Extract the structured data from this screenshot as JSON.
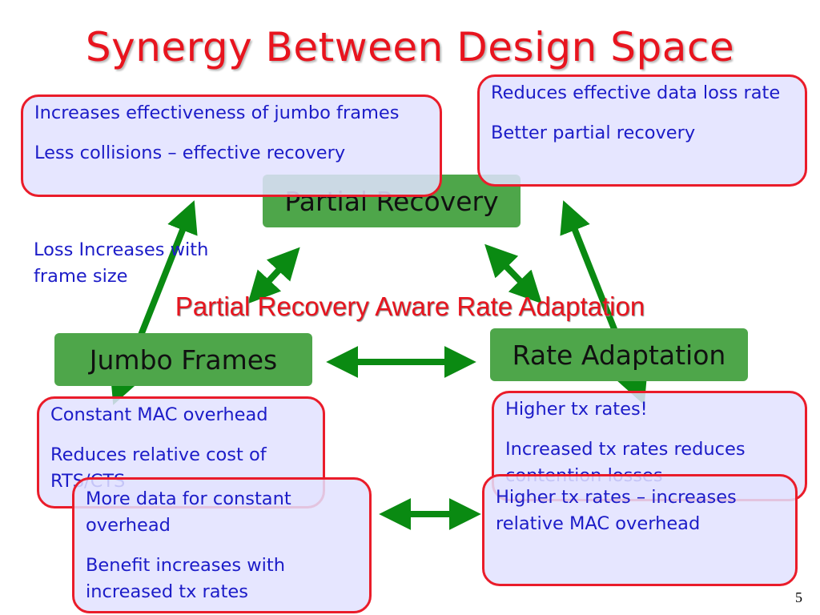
{
  "title": "Synergy Between Design Space",
  "center_label": "Partial Recovery Aware Rate Adaptation",
  "nodes": {
    "partial_recovery": "Partial Recovery",
    "jumbo_frames": "Jumbo Frames",
    "rate_adaptation": "Rate Adaptation"
  },
  "boxes": {
    "jumbo_effectiveness": [
      "Increases effectiveness of jumbo frames",
      "Less collisions – effective recovery"
    ],
    "data_loss": [
      "Reduces effective data loss rate",
      "Better partial recovery"
    ],
    "mac_overhead": [
      "Constant MAC overhead",
      "Reduces relative cost of RTS/CTS"
    ],
    "higher_rates": [
      "Higher tx rates!",
      "Increased tx rates reduces contention losses"
    ],
    "more_data": [
      "More data for constant overhead",
      "Benefit increases with increased tx rates"
    ],
    "relative_overhead": [
      "Higher tx rates – increases relative MAC overhead"
    ]
  },
  "loss_note": "Loss Increases with frame size",
  "page_number": "5",
  "colors": {
    "title": "#e8141e",
    "box_border": "#ea1c2a",
    "box_text": "#1c1cc8",
    "node_fill": "#4ea64a",
    "arrow": "#0a8a12"
  }
}
